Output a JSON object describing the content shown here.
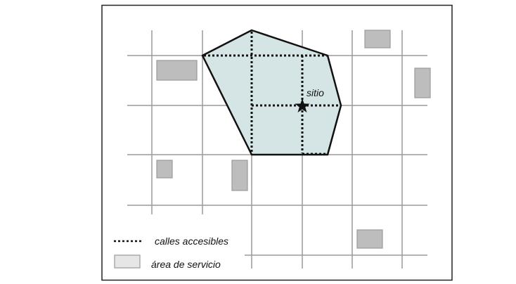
{
  "diagram": {
    "site_label": "sitio",
    "legend": {
      "streets_label": "calles accesibles",
      "area_label": "área de servicio"
    },
    "colors": {
      "service_area_fill": "#d5e4e4",
      "building_fill": "#bdbdbd",
      "grid_line": "#9a9a9a",
      "legend_area_fill": "#e6e6e6"
    }
  }
}
